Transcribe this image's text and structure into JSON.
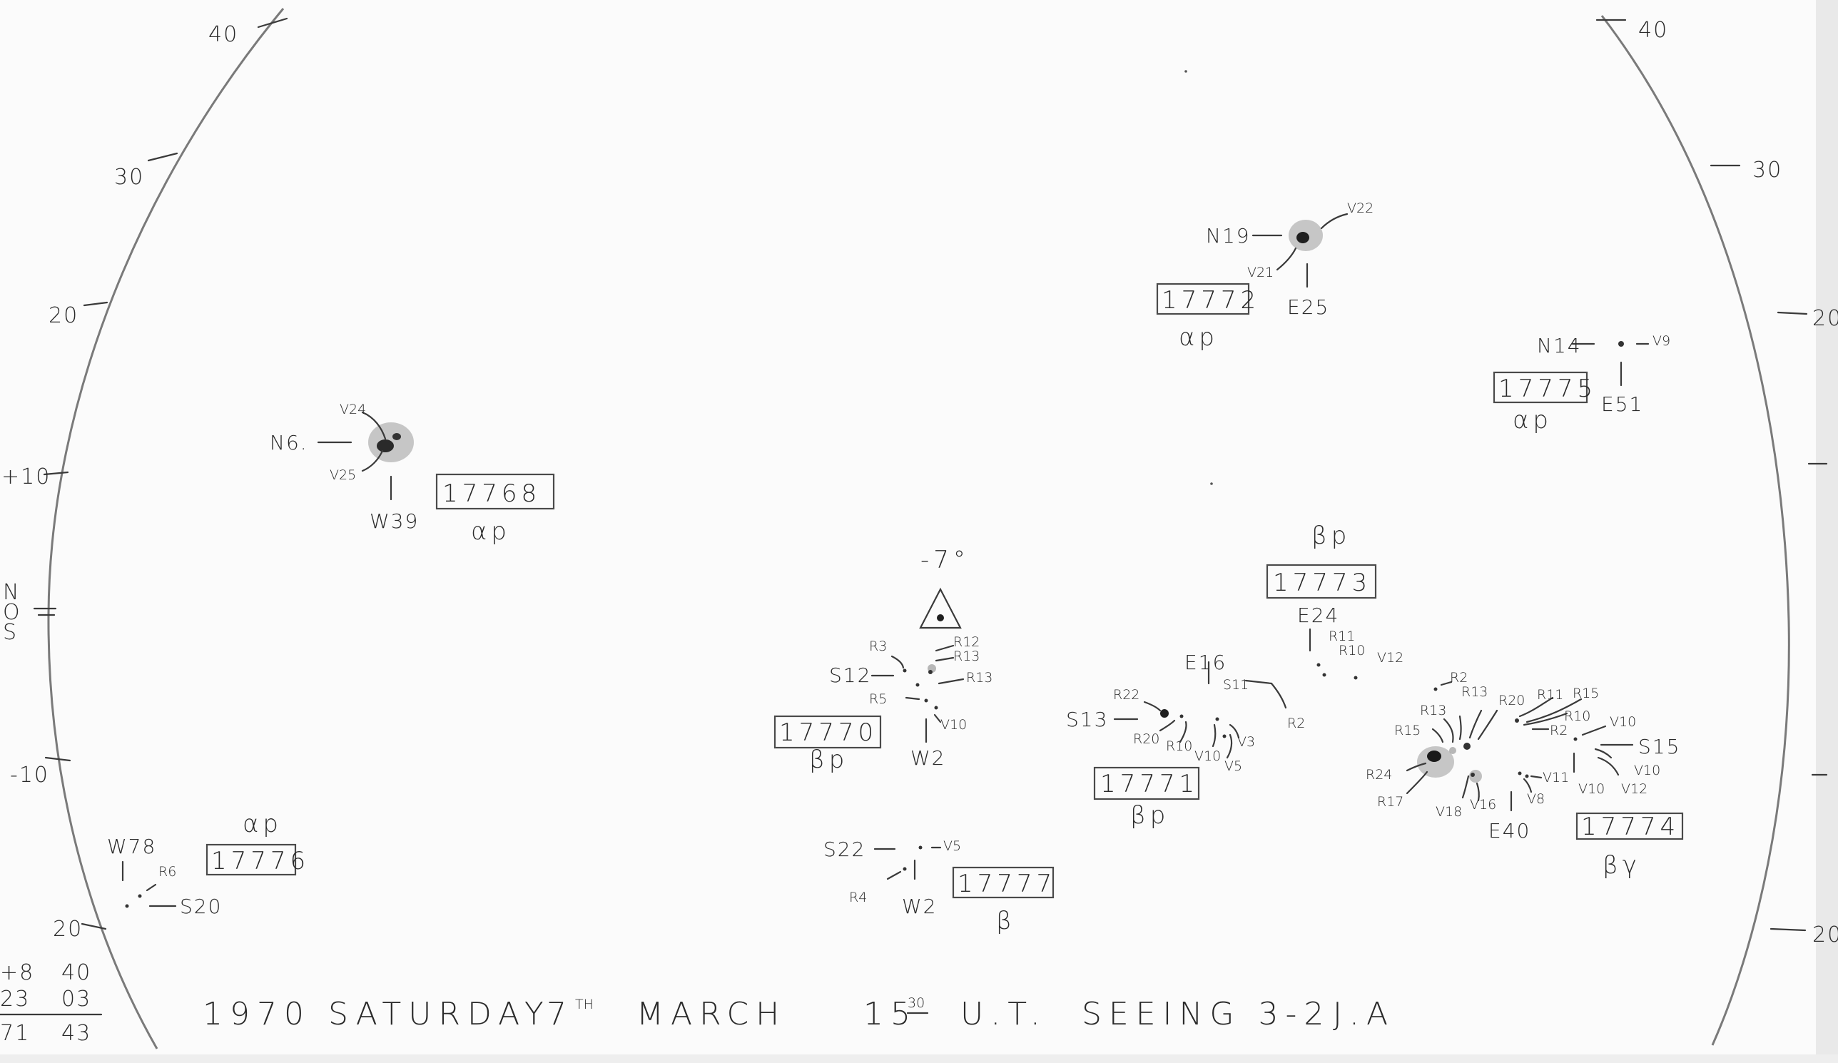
{
  "drawing": {
    "left_scale": [
      "40",
      "30",
      "20",
      "+10",
      "N O S",
      "-10",
      "20"
    ],
    "right_scale": [
      "40",
      "30",
      "20",
      "20"
    ],
    "corner_calc": {
      "row1": [
        "+8",
        "40"
      ],
      "row2": [
        "23",
        "03"
      ],
      "row3": [
        "71",
        "43"
      ]
    },
    "footer": {
      "year_day": "1970 SATURDAY",
      "date_num": "7",
      "date_sup": "TH",
      "month": "MARCH",
      "time_hour": "15",
      "time_min": "30",
      "time_unit": "U.T.",
      "seeing": "SEEING 3-2",
      "observer": "J.A"
    },
    "regions": {
      "r17768": {
        "number": "17768",
        "class": "αp",
        "lat": "N6.",
        "long": "W39",
        "labels": [
          "V24",
          "V25"
        ]
      },
      "r17772": {
        "number": "17772",
        "class": "αp",
        "lat": "N19",
        "long": "E25",
        "labels": [
          "V22",
          "V21"
        ]
      },
      "r17775": {
        "number": "17775",
        "class": "αp",
        "lat": "N14",
        "long": "E51",
        "labels": [
          "V9"
        ]
      },
      "r17773": {
        "number": "17773",
        "class": "βp",
        "long": "E24",
        "labels": [
          "R11",
          "R10",
          "V12"
        ]
      },
      "r17770": {
        "number": "17770",
        "class": "βp",
        "lat": "S12",
        "long": "W2",
        "labels": [
          "R3",
          "R12",
          "R13",
          "R13",
          "R5",
          "V10"
        ]
      },
      "r17771": {
        "number": "17771",
        "class": "βp",
        "lat": "S13",
        "long": "E16",
        "lat2": "S11",
        "labels": [
          "R22",
          "R20",
          "R10",
          "V10",
          "V3",
          "V5",
          "R2"
        ]
      },
      "r17774": {
        "number": "17774",
        "class": "βγ",
        "lat": "S15",
        "long": "E40",
        "labels": [
          "R2",
          "R15",
          "R13",
          "R13",
          "R20",
          "R11",
          "R15",
          "R10",
          "R2",
          "V10",
          "R24",
          "R17",
          "V18",
          "V16",
          "V11",
          "V8",
          "V10",
          "V12",
          "V10"
        ]
      },
      "r17776": {
        "number": "17776",
        "class": "αp",
        "lat": "S20",
        "long": "W78",
        "labels": [
          "R6"
        ]
      },
      "r17777": {
        "number": "17777",
        "class": "β",
        "lat": "S22",
        "long": "W2",
        "labels": [
          "V5",
          "R4"
        ]
      }
    },
    "triangle_note": "-7°"
  }
}
